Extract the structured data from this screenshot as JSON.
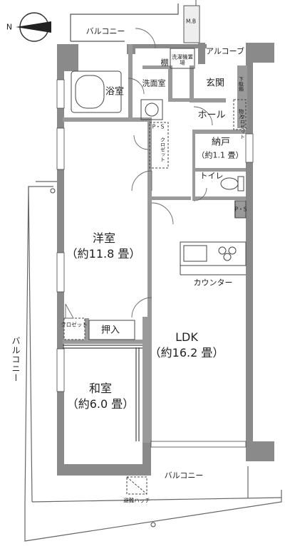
{
  "compass": {
    "north": "N"
  },
  "rooms": {
    "western": {
      "name": "洋室",
      "area": "（約11.8 畳）"
    },
    "japanese": {
      "name": "和室",
      "area": "（約6.0 畳）"
    },
    "ldk": {
      "name": "LDK",
      "area": "（約16.2 畳）"
    },
    "bath": "浴室",
    "washroom": "洗面室",
    "entrance": "玄関",
    "hall": "ホール",
    "storage": {
      "name": "納戸",
      "area": "（約1.1 畳）"
    },
    "toilet": "トイレ",
    "oshiire": "押入"
  },
  "labels": {
    "balcony_top": "バルコニー",
    "balcony_left": "バルコニー",
    "balcony_bottom": "バルコニー",
    "alcove": "アルコーブ",
    "mb": "M.B",
    "shelf": "棚",
    "laundry": "洗濯機置場",
    "shoe_box": "下駄箱",
    "storage_small": "物入",
    "closet_right": "クロゼット",
    "ps_upper": "P・S",
    "ps_right": "P・S",
    "closet_left": "クロゼット",
    "closet_small": "クロゼット",
    "counter": "カウンター",
    "evac_hatch": "避難ハッチ"
  }
}
